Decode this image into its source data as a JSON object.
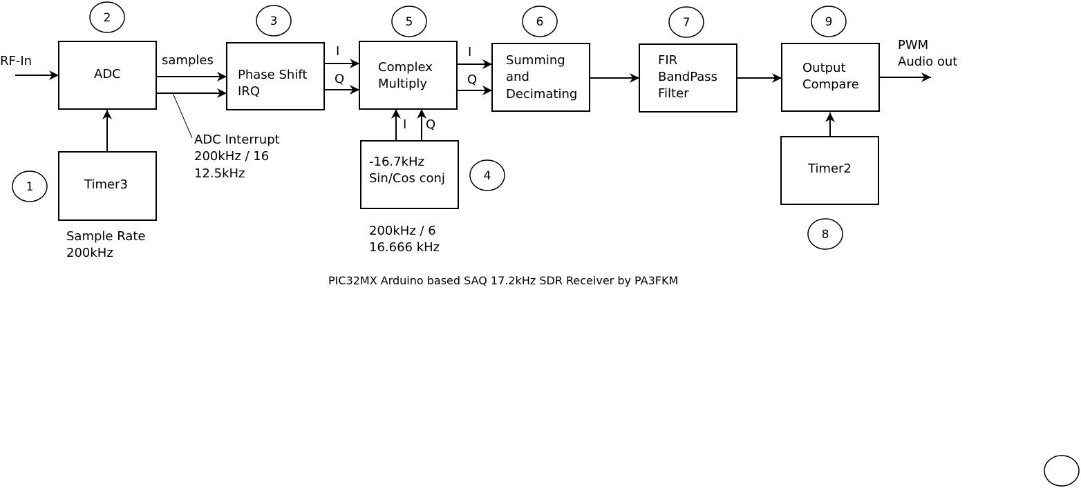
{
  "blocks": {
    "adc": "ADC",
    "timer3": "Timer3",
    "phase_shift": [
      "Phase Shift",
      "IRQ"
    ],
    "complex_multiply": [
      "Complex",
      "Multiply"
    ],
    "sincos": [
      "-16.7kHz",
      "Sin/Cos conj"
    ],
    "summing": [
      "Summing",
      "and",
      "Decimating"
    ],
    "fir": [
      "FIR",
      "BandPass",
      "Filter"
    ],
    "output_compare": [
      "Output",
      "Compare"
    ],
    "timer2": "Timer2"
  },
  "numbers": [
    "1",
    "2",
    "3",
    "4",
    "5",
    "6",
    "7",
    "8",
    "9"
  ],
  "labels": {
    "rf_in": "RF-In",
    "samples": "samples",
    "i": "I",
    "q": "Q",
    "pwm": [
      "PWM",
      "Audio out"
    ],
    "adc_interrupt": [
      "ADC Interrupt",
      "200kHz / 16",
      "12.5kHz"
    ],
    "sample_rate": [
      "Sample Rate",
      "200kHz"
    ],
    "lo_rate": [
      "200kHz / 6",
      "16.666 kHz"
    ]
  },
  "caption": "PIC32MX Arduino based  SAQ 17.2kHz SDR Receiver by PA3FKM"
}
